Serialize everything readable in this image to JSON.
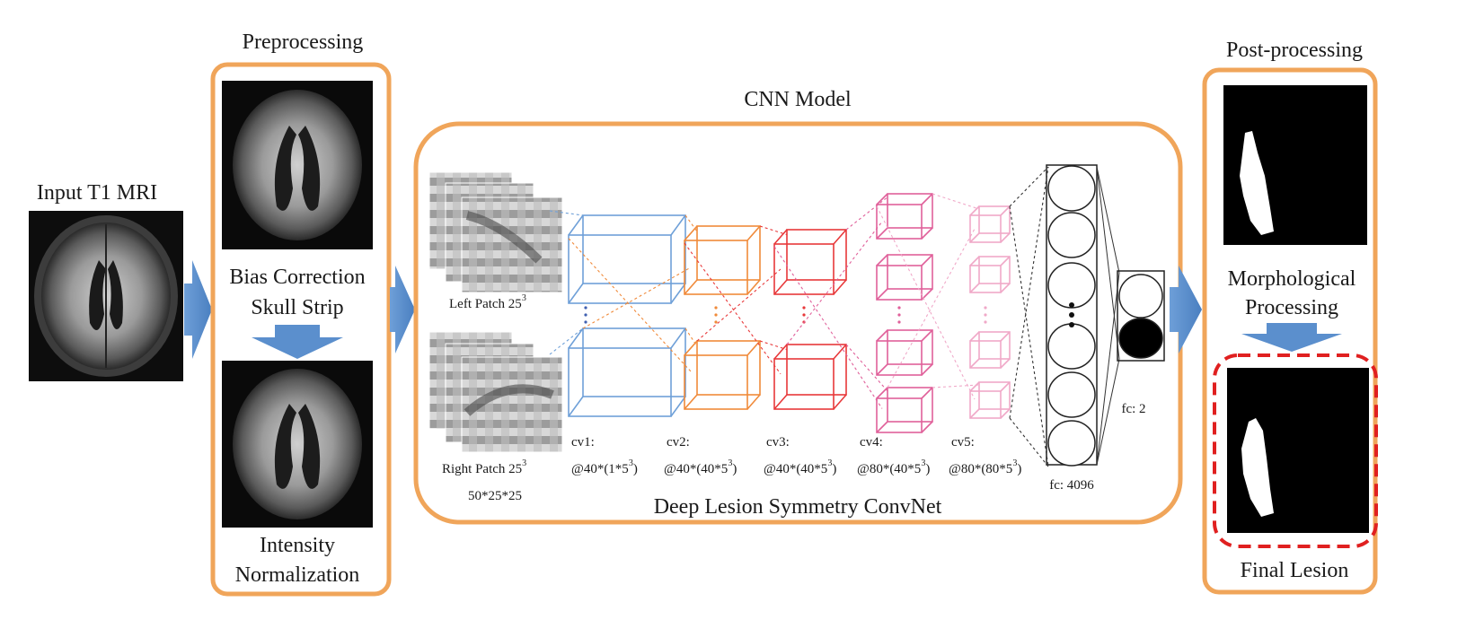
{
  "input": {
    "label": "Input T1 MRI"
  },
  "preprocessing": {
    "title": "Preprocessing",
    "step1": [
      "Bias Correction",
      "Skull Strip"
    ],
    "step2": [
      "Intensity",
      "Normalization"
    ]
  },
  "cnn": {
    "title": "CNN Model",
    "subtitle": "Deep Lesion Symmetry ConvNet",
    "left_patch": "Left Patch 25",
    "right_patch": "Right Patch 25",
    "patch_exp": "3",
    "input_size": "50*25*25",
    "layers": [
      {
        "name": "cv1:",
        "spec": "@40*(1*5",
        "exp": "3",
        "close": ")",
        "color": "#6fa0d8"
      },
      {
        "name": "cv2:",
        "spec": "@40*(40*5",
        "exp": "3",
        "close": ")",
        "color": "#f08a3a"
      },
      {
        "name": "cv3:",
        "spec": "@40*(40*5",
        "exp": "3",
        "close": ")",
        "color": "#e8383a"
      },
      {
        "name": "cv4:",
        "spec": "@80*(40*5",
        "exp": "3",
        "close": ")",
        "color": "#e0609a"
      },
      {
        "name": "cv5:",
        "spec": "@80*(80*5",
        "exp": "3",
        "close": ")",
        "color": "#f0a8c8"
      }
    ],
    "fc_large": "fc: 4096",
    "fc_small": "fc: 2"
  },
  "postprocessing": {
    "title": "Post-processing",
    "step": [
      "Morphological",
      "Processing"
    ],
    "final": "Final Lesion"
  },
  "colors": {
    "panel": "#f0a55a",
    "arrow": "#5b8fcd",
    "final_border": "#e02020"
  }
}
